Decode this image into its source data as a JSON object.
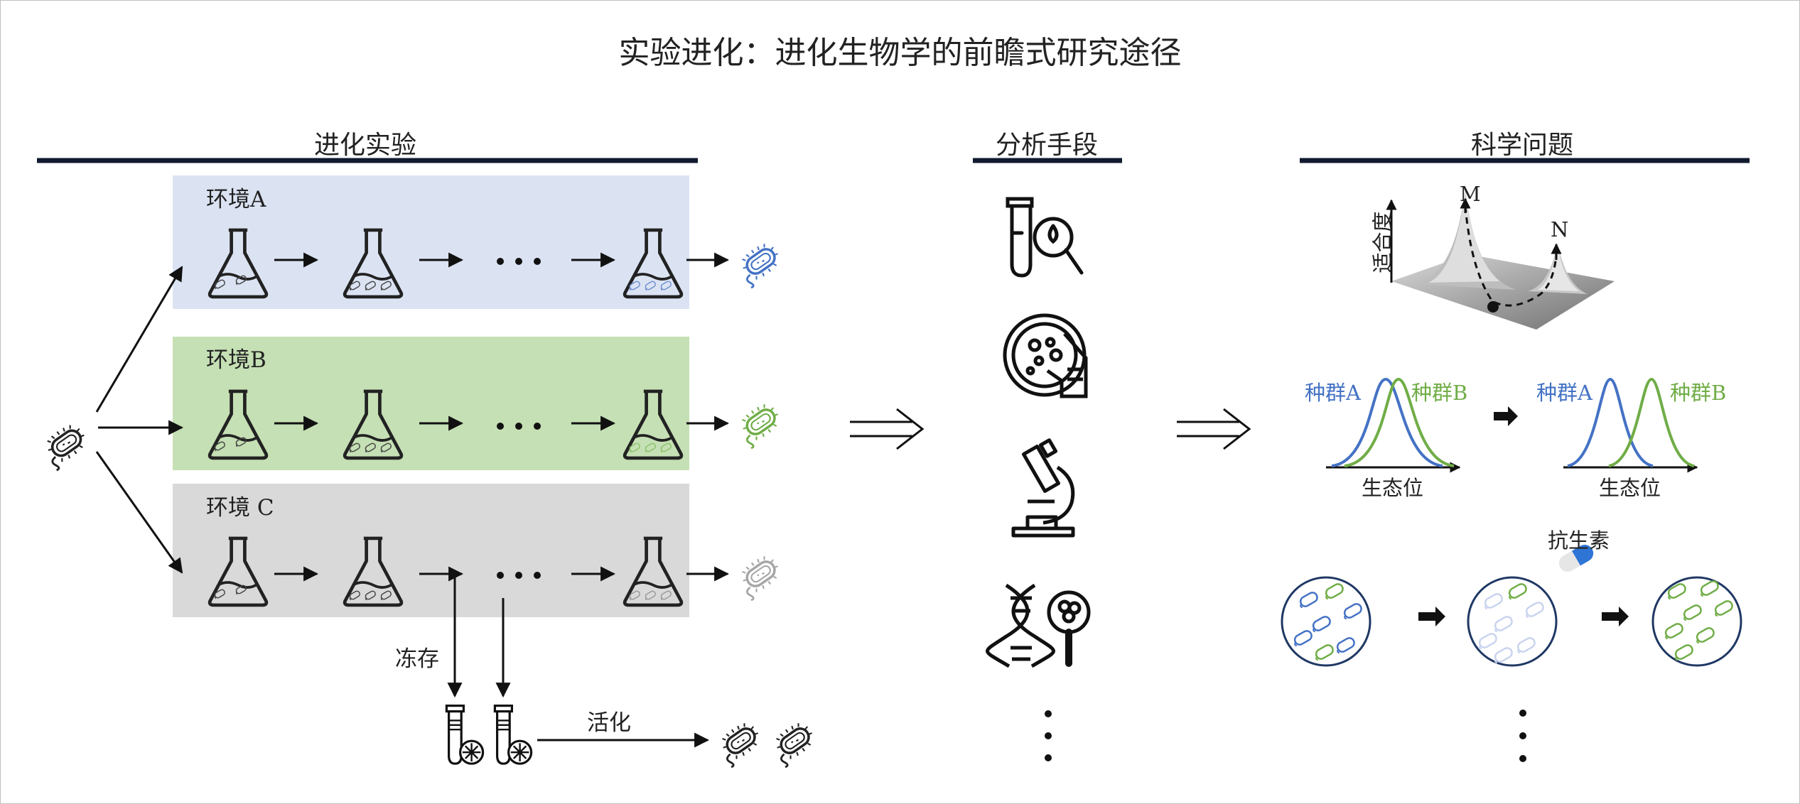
{
  "title": "实验进化：进化生物学的前瞻式研究途径",
  "sections": {
    "experiment": "进化实验",
    "analysis": "分析手段",
    "questions": "科学问题"
  },
  "environments": [
    {
      "label": "环境A",
      "color": "#dbe3f3",
      "accent": "#4472c4"
    },
    {
      "label": "环境B",
      "color": "#c5e0b4",
      "accent": "#70ad47"
    },
    {
      "label": "环境 C",
      "color": "#d9d9d9",
      "accent": "#a6a6a6"
    }
  ],
  "freeze_label": "冻存",
  "revive_label": "活化",
  "landscape": {
    "ylabel": "适合度",
    "peak_major": "M",
    "peak_minor": "N"
  },
  "niche": {
    "pop_a": "种群A",
    "pop_b": "种群B",
    "xlabel": "生态位",
    "color_a": "#4472c4",
    "color_b": "#70ad47"
  },
  "antibiotic_label": "抗生素",
  "icons": {
    "analysis": [
      "test-tube-magnifier-icon",
      "petri-dish-hand-icon",
      "microscope-icon",
      "dna-magnifier-icon"
    ],
    "bacterium": "bacterium-icon",
    "flask": "flask-icon",
    "cryo": "cryo-tube-icon"
  }
}
